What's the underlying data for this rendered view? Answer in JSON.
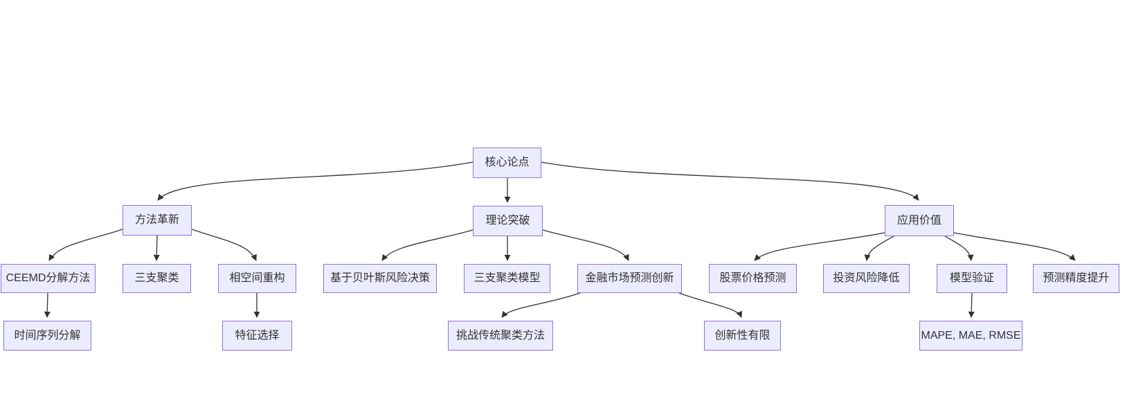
{
  "diagram": {
    "kind": "flowchart-top-down",
    "background_color": "#ffffff",
    "colors": {
      "node_fill": "#ECECFF",
      "node_border": "#9370DB",
      "edge_line": "#333333",
      "node_text": "#333333"
    },
    "nodes": [
      {
        "id": "core",
        "label": "核心论点"
      },
      {
        "id": "method",
        "label": "方法革新"
      },
      {
        "id": "theory",
        "label": "理论突破"
      },
      {
        "id": "application",
        "label": "应用价值"
      },
      {
        "id": "ceemd",
        "label": "CEEMD分解方法"
      },
      {
        "id": "three-way-clustering",
        "label": "三支聚类"
      },
      {
        "id": "phase-space",
        "label": "相空间重构"
      },
      {
        "id": "bayes-risk",
        "label": "基于贝叶斯风险决策"
      },
      {
        "id": "three-way-model",
        "label": "三支聚类模型"
      },
      {
        "id": "finance-innovation",
        "label": "金融市场预测创新"
      },
      {
        "id": "stock-prediction",
        "label": "股票价格预测"
      },
      {
        "id": "risk-reduction",
        "label": "投资风险降低"
      },
      {
        "id": "model-validation",
        "label": "模型验证"
      },
      {
        "id": "accuracy-improvement",
        "label": "预测精度提升"
      },
      {
        "id": "time-series-decomposition",
        "label": "时间序列分解"
      },
      {
        "id": "feature-selection",
        "label": "特征选择"
      },
      {
        "id": "challenge-traditional",
        "label": "挑战传统聚类方法"
      },
      {
        "id": "limited-innovation",
        "label": "创新性有限"
      },
      {
        "id": "metrics",
        "label": "MAPE, MAE, RMSE"
      }
    ],
    "edges": [
      {
        "from": "core",
        "to": "method"
      },
      {
        "from": "core",
        "to": "theory"
      },
      {
        "from": "core",
        "to": "application"
      },
      {
        "from": "method",
        "to": "ceemd"
      },
      {
        "from": "method",
        "to": "three-way-clustering"
      },
      {
        "from": "method",
        "to": "phase-space"
      },
      {
        "from": "theory",
        "to": "bayes-risk"
      },
      {
        "from": "theory",
        "to": "three-way-model"
      },
      {
        "from": "theory",
        "to": "finance-innovation"
      },
      {
        "from": "application",
        "to": "stock-prediction"
      },
      {
        "from": "application",
        "to": "risk-reduction"
      },
      {
        "from": "application",
        "to": "model-validation"
      },
      {
        "from": "application",
        "to": "accuracy-improvement"
      },
      {
        "from": "ceemd",
        "to": "time-series-decomposition"
      },
      {
        "from": "phase-space",
        "to": "feature-selection"
      },
      {
        "from": "finance-innovation",
        "to": "challenge-traditional"
      },
      {
        "from": "finance-innovation",
        "to": "limited-innovation"
      },
      {
        "from": "model-validation",
        "to": "metrics"
      }
    ]
  }
}
